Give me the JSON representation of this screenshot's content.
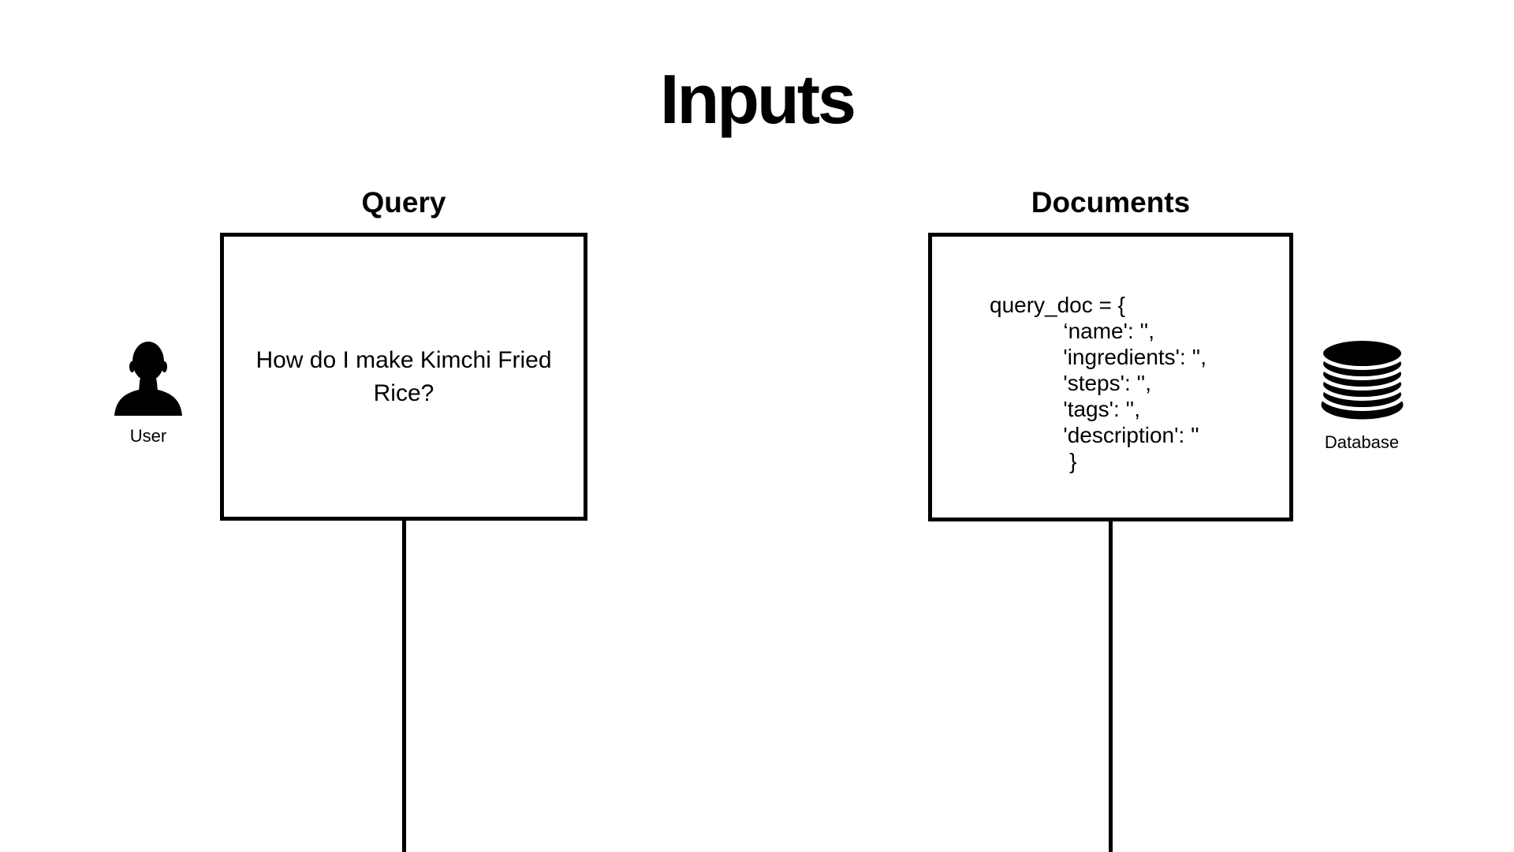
{
  "title": "Inputs",
  "colors": {
    "ink": "#000000",
    "background": "#ffffff"
  },
  "query_section": {
    "heading": "Query",
    "box_text": "How do I make Kimchi Fried Rice?",
    "icon": "user-icon",
    "icon_label": "User"
  },
  "documents_section": {
    "heading": "Documents",
    "code_lines": [
      "query_doc = {",
      "            ‘name': '',",
      "            'ingredients': '',",
      "            'steps': '',",
      "            'tags': '',",
      "            'description': ''",
      "             }"
    ],
    "icon": "database-icon",
    "icon_label": "Database"
  }
}
